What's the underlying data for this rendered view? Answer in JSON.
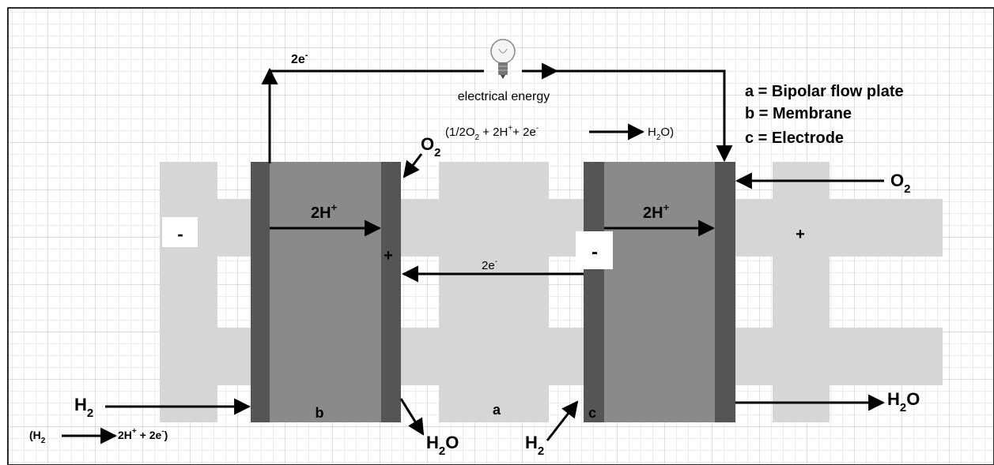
{
  "colors": {
    "frame": "#2b2b2b",
    "grid_minor": "#d9d9d9",
    "grid_major": "#bdbdbd",
    "flow_plate": "#d6d6d6",
    "membrane": "#8a8a8a",
    "electrode": "#555555",
    "arrow": "#000000"
  },
  "legend": {
    "a": "a = Bipolar flow plate",
    "b": "b = Membrane",
    "c": "c = Electrode"
  },
  "circuit": {
    "electron_label": "2e",
    "electron_sup": "-",
    "bulb_icon": "lightbulb-icon",
    "energy_label": "electrical energy"
  },
  "cathode_reaction": {
    "o2_main": "O",
    "o2_sub": "2",
    "open_part": "(1/2O",
    "sub_2": "2",
    "plus_2h": " + 2H",
    "h_sup": "+",
    "plus_2e": "+ 2e",
    "e_sup": "-",
    "product_h": "H",
    "product_sub": "2",
    "product_tail": "O)"
  },
  "o2_input": {
    "main": "O",
    "sub": "2"
  },
  "proton_left": {
    "main": "2H",
    "sup": "+"
  },
  "proton_right": {
    "main": "2H",
    "sup": "+"
  },
  "internal_electron": {
    "main": "2e",
    "sup": "-"
  },
  "signs": {
    "left_minus": "-",
    "left_plus": "+",
    "right_minus": "-",
    "right_plus": "+"
  },
  "labels": {
    "a": "a",
    "b": "b",
    "c": "c"
  },
  "h2_input_left": {
    "main": "H",
    "sub": "2"
  },
  "h2_input_bottom": {
    "main": "H",
    "sub": "2"
  },
  "h2o_output_left": {
    "h": "H",
    "sub": "2",
    "o": "O"
  },
  "h2o_output_right": {
    "h": "H",
    "sub": "2",
    "o": "O"
  },
  "anode_reaction": {
    "open": "(H",
    "sub": "2",
    "products": "2H",
    "h_sup": "+",
    "plus_2e": " + 2e",
    "e_sup": "-",
    "close": ")"
  }
}
